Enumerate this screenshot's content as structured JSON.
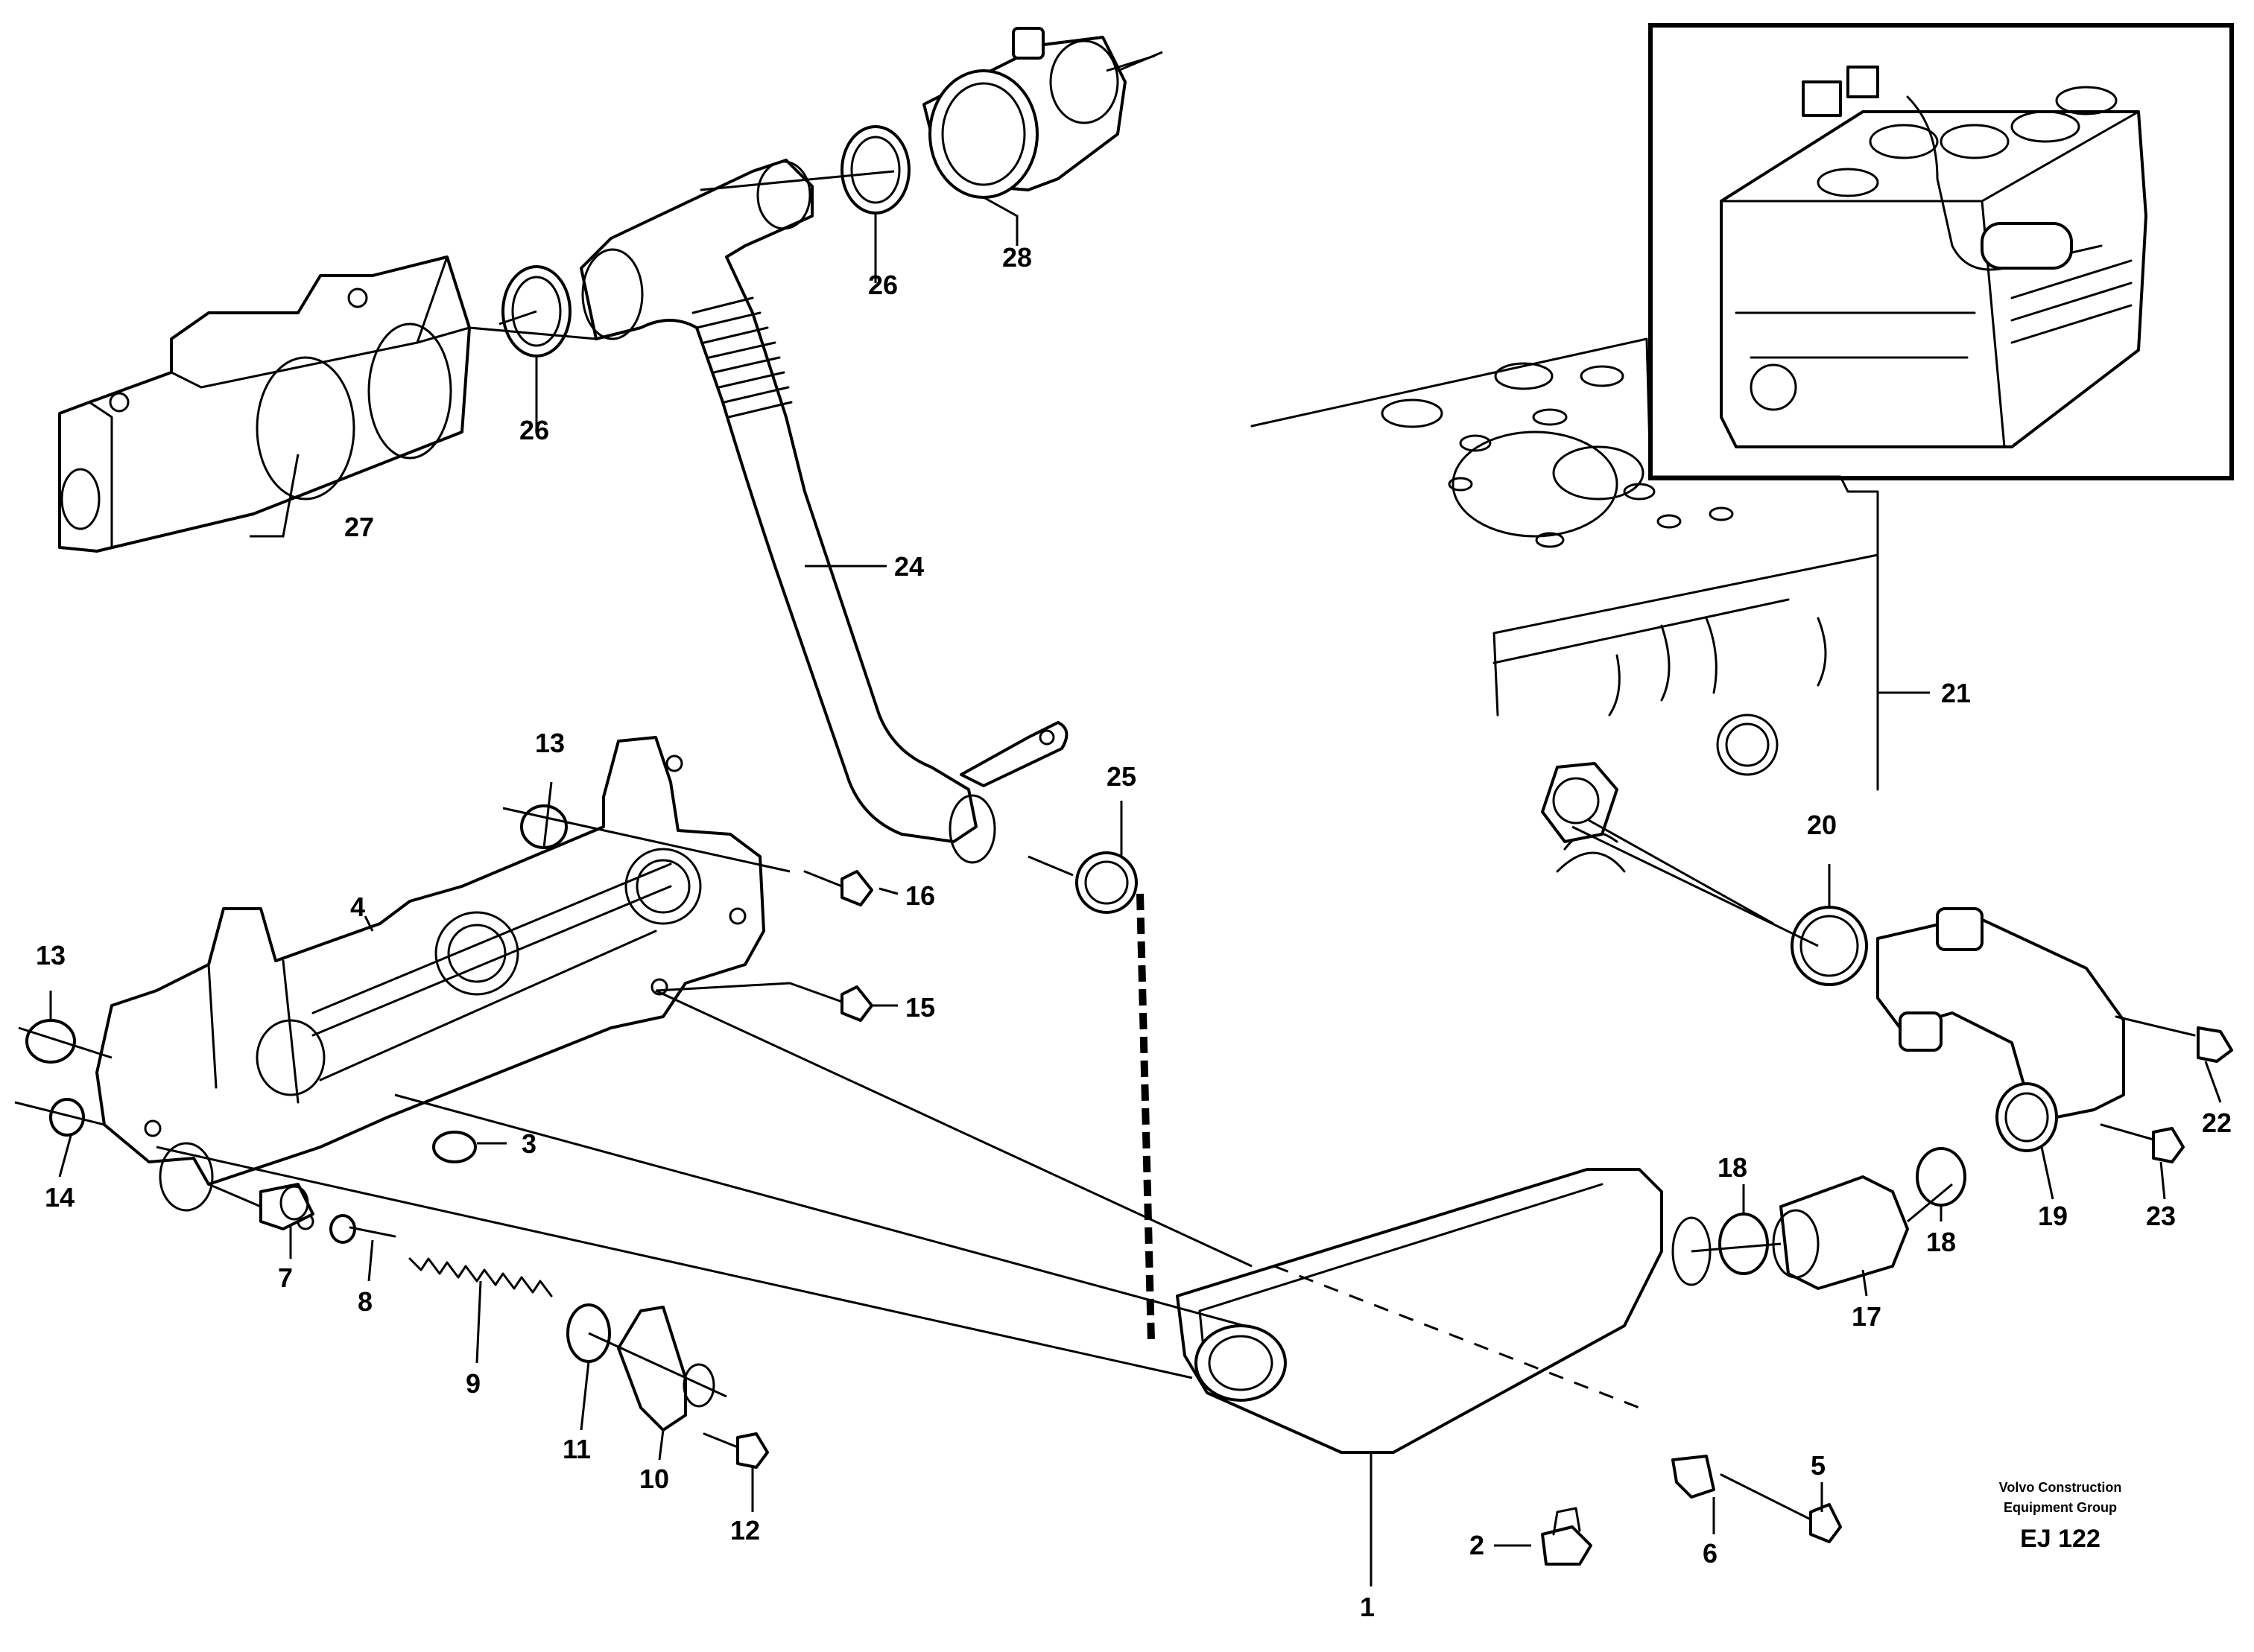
{
  "callouts": [
    {
      "id": "c1",
      "text": "1"
    },
    {
      "id": "c2",
      "text": "2"
    },
    {
      "id": "c3",
      "text": "3"
    },
    {
      "id": "c4",
      "text": "4"
    },
    {
      "id": "c5",
      "text": "5"
    },
    {
      "id": "c6",
      "text": "6"
    },
    {
      "id": "c7",
      "text": "7"
    },
    {
      "id": "c8",
      "text": "8"
    },
    {
      "id": "c9",
      "text": "9"
    },
    {
      "id": "c10",
      "text": "10"
    },
    {
      "id": "c11",
      "text": "11"
    },
    {
      "id": "c12",
      "text": "12"
    },
    {
      "id": "c13a",
      "text": "13"
    },
    {
      "id": "c13b",
      "text": "13"
    },
    {
      "id": "c14",
      "text": "14"
    },
    {
      "id": "c15",
      "text": "15"
    },
    {
      "id": "c16",
      "text": "16"
    },
    {
      "id": "c17",
      "text": "17"
    },
    {
      "id": "c18a",
      "text": "18"
    },
    {
      "id": "c18b",
      "text": "18"
    },
    {
      "id": "c19",
      "text": "19"
    },
    {
      "id": "c20",
      "text": "20"
    },
    {
      "id": "c21",
      "text": "21"
    },
    {
      "id": "c22",
      "text": "22"
    },
    {
      "id": "c23",
      "text": "23"
    },
    {
      "id": "c24",
      "text": "24"
    },
    {
      "id": "c25",
      "text": "25"
    },
    {
      "id": "c26a",
      "text": "26"
    },
    {
      "id": "c26b",
      "text": "26"
    },
    {
      "id": "c27",
      "text": "27"
    },
    {
      "id": "c28",
      "text": "28"
    }
  ],
  "publisher": {
    "line1": "Volvo Construction",
    "line2": "Equipment Group"
  },
  "figure_code": "EJ 122"
}
